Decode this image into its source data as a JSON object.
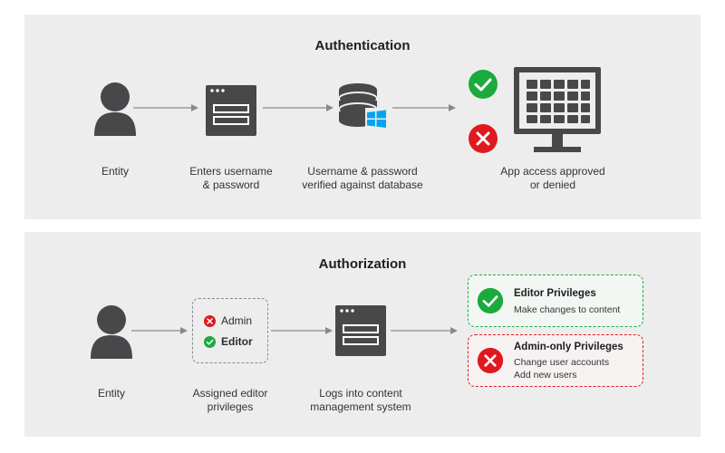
{
  "authentication": {
    "title": "Authentication",
    "steps": [
      {
        "label_line1": "Entity",
        "label_line2": "",
        "icon": "person-icon"
      },
      {
        "label_line1": "Enters username",
        "label_line2": "& password",
        "icon": "login-form-icon"
      },
      {
        "label_line1": "Username & password",
        "label_line2": "verified against database",
        "icon": "database-icon"
      },
      {
        "label_line1": "App access approved",
        "label_line2": "or denied",
        "icon": "monitor-app-icon"
      }
    ]
  },
  "authorization": {
    "title": "Authorization",
    "steps": [
      {
        "label_line1": "Entity",
        "label_line2": "",
        "icon": "person-icon"
      },
      {
        "label_line1": "Assigned editor",
        "label_line2": "privileges",
        "icon": "roles-box"
      },
      {
        "label_line1": "Logs into content",
        "label_line2": "management system",
        "icon": "login-form-icon"
      }
    ],
    "roles": [
      {
        "name": "Admin",
        "status": "denied"
      },
      {
        "name": "Editor",
        "status": "approved"
      }
    ],
    "privileges": [
      {
        "title": "Editor Privileges",
        "lines": [
          "Make changes to content"
        ],
        "status": "approved"
      },
      {
        "title": "Admin-only Privileges",
        "lines": [
          "Change user accounts",
          "Add new users"
        ],
        "status": "denied"
      }
    ]
  },
  "colors": {
    "approved": "#1bab3d",
    "denied": "#e0191f",
    "icon_dark": "#47484a",
    "panel_bg": "#ededed",
    "arrow": "#8a8a8a"
  }
}
